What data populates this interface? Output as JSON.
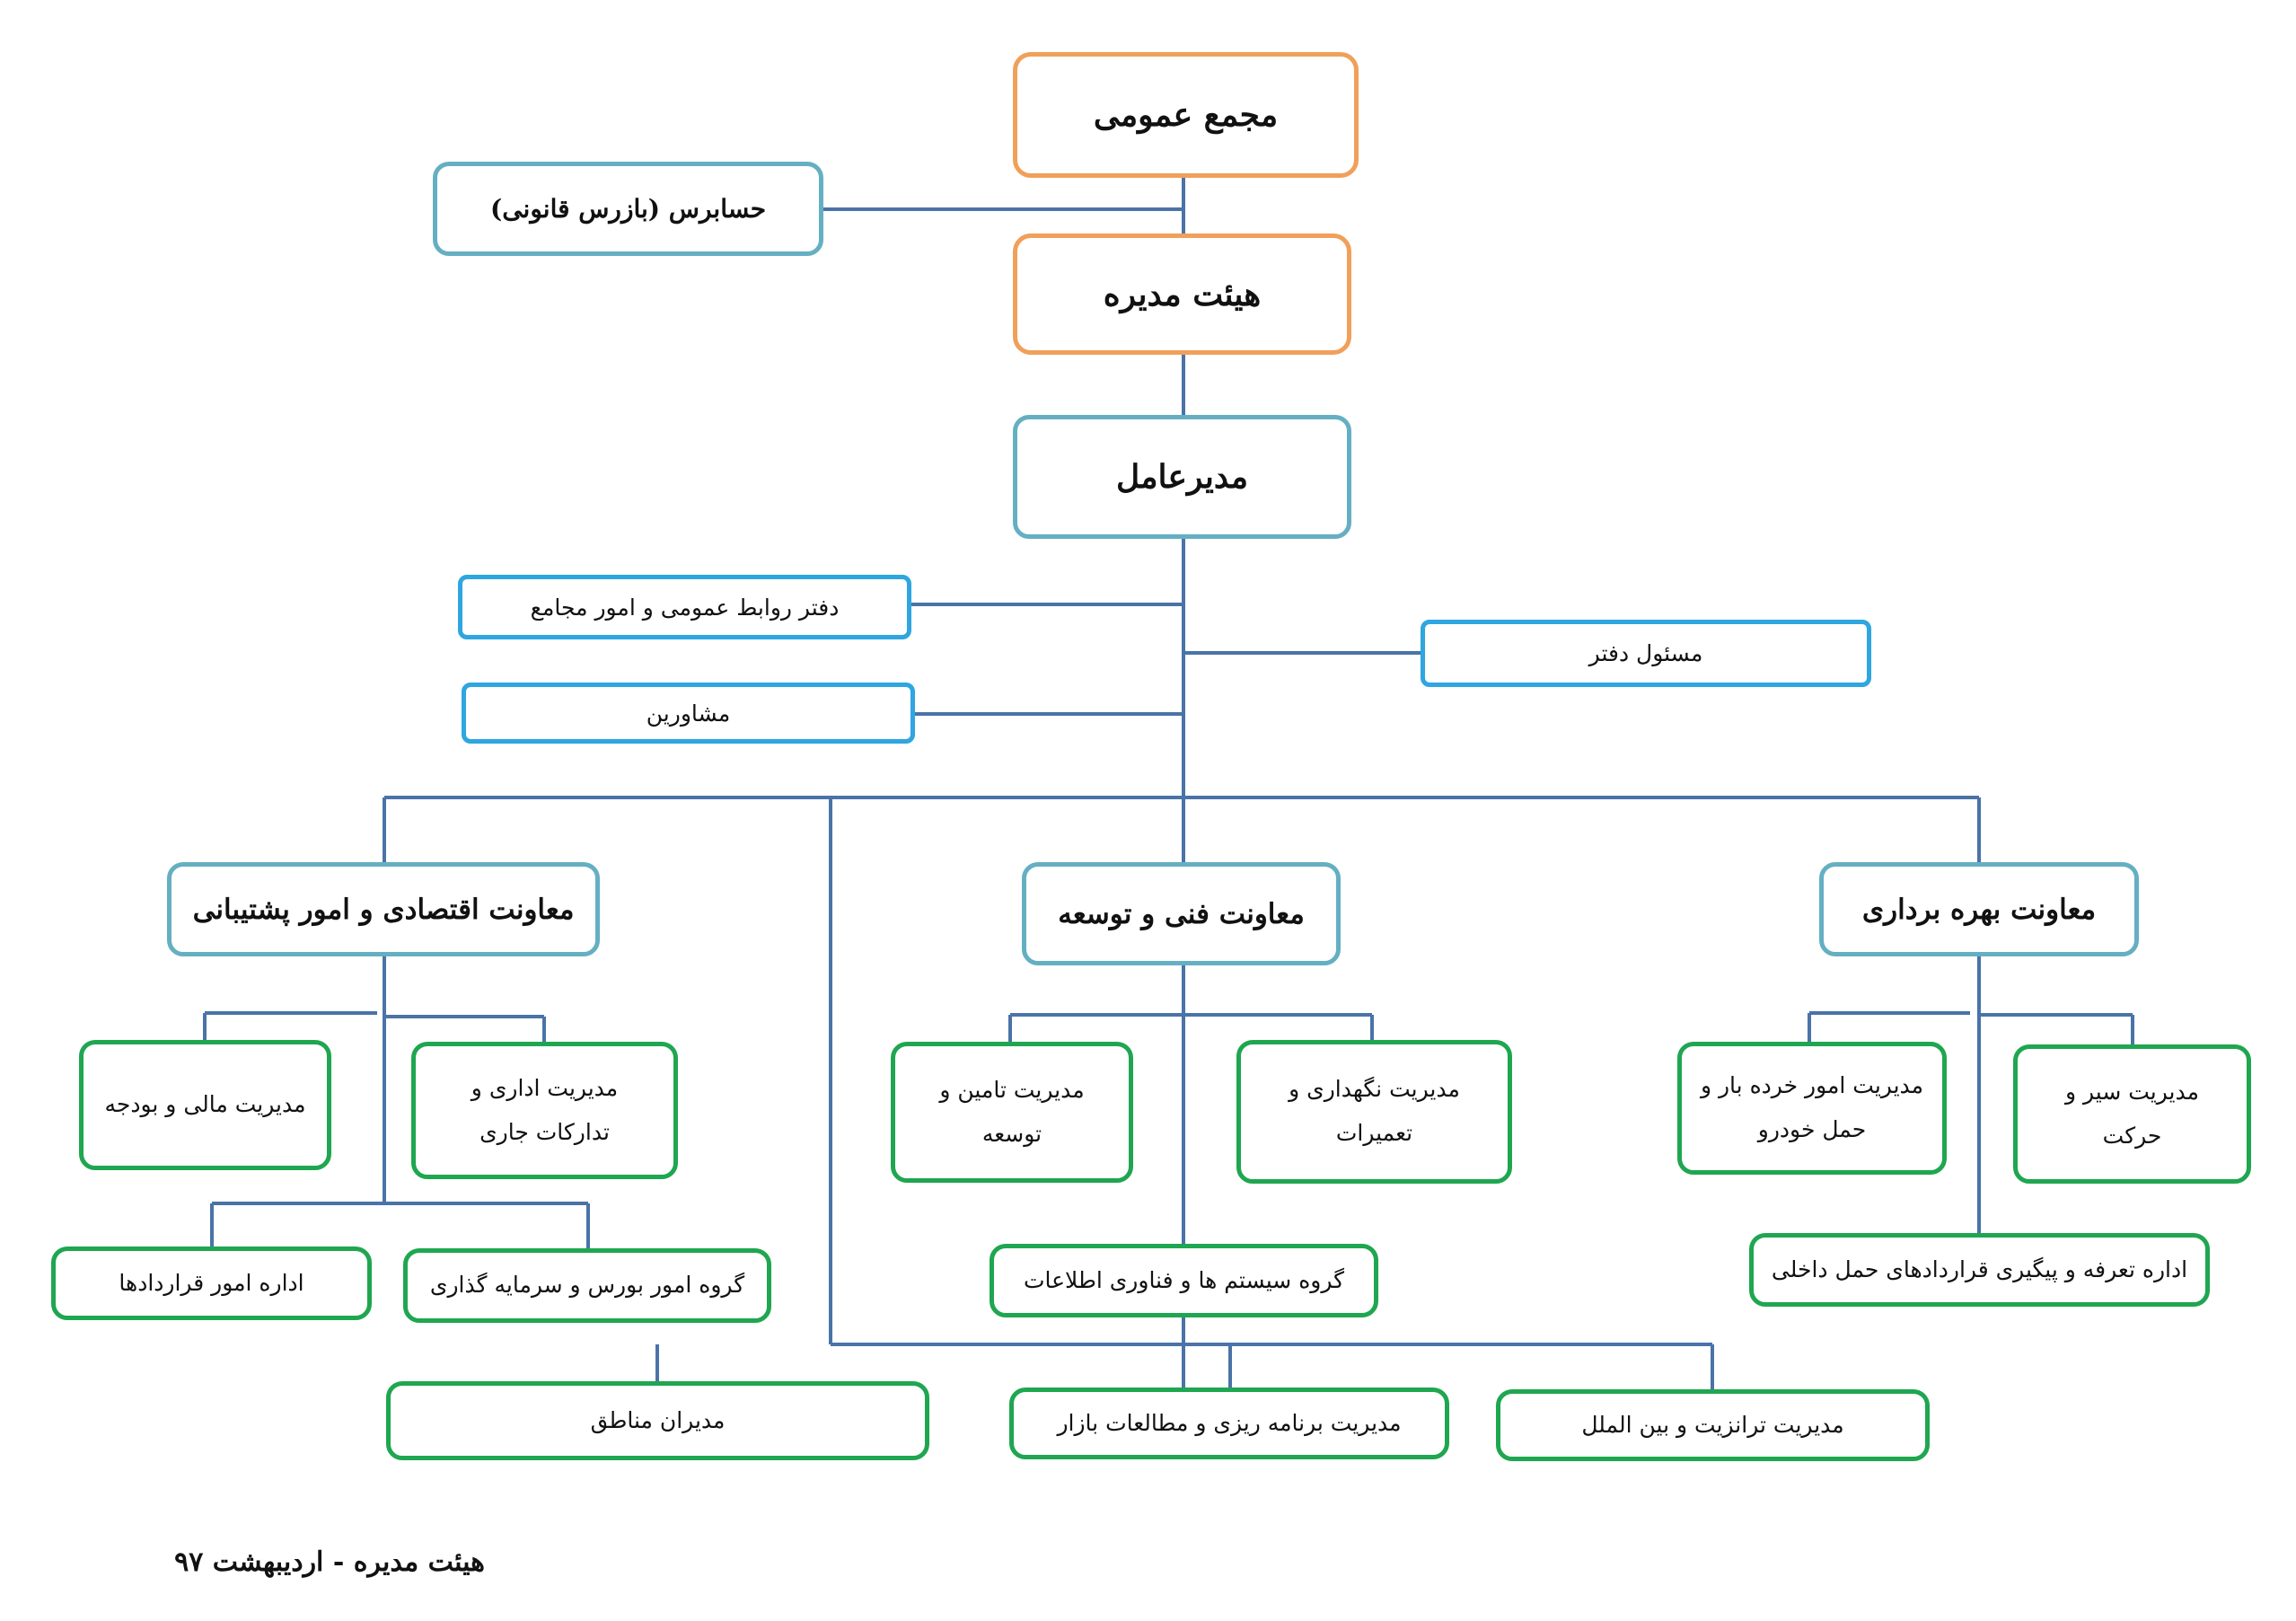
{
  "colors": {
    "connector": "#4A73A8",
    "board_border": "#F0A05A",
    "management_border": "#65AFC2",
    "staff_border": "#2EA6E0",
    "department_border": "#1FA650"
  },
  "nodes": {
    "general_assembly": "مجمع عمومی",
    "auditor": "حسابرس (بازرس قانونی)",
    "board_of_directors": "هیئت مدیره",
    "ceo": "مدیرعامل",
    "public_relations": "دفتر روابط عمومی و امور مجامع",
    "office_manager": "مسئول دفتر",
    "advisors": "مشاورین",
    "deputy_economic_support": "معاونت اقتصادی و  امور پشتیبانی",
    "deputy_technical_development": "معاونت فنی و توسعه",
    "deputy_operations": "معاونت بهره برداری",
    "finance_budget": "مدیریت  مالی و بودجه",
    "admin_procurement": "مدیریت اداری و\nتدارکات جاری",
    "contracts_office": "اداره امور قراردادها",
    "stock_investment_group": "گروه امور بورس و سرمایه گذاری",
    "supply_development": "مدیریت تامین و\nتوسعه",
    "maintenance_repairs": "مدیریت نگهداری و\nتعمیرات",
    "it_systems_group": "گروه سیستم ها و فناوری اطلاعات",
    "retail_freight": "مدیریت امور خرده بار و\nحمل خودرو",
    "traffic_management": "مدیریت سیر و\nحرکت",
    "tariff_contracts": "اداره تعرفه و پیگیری قراردادهای حمل داخلی",
    "regional_managers": "مدیران مناطق",
    "planning_market_studies": "مدیریت برنامه ریزی و مطالعات بازار",
    "transit_international": "مدیریت ترانزیت و بین الملل"
  },
  "footer": "هیئت مدیره - اردیبهشت  ۹۷"
}
